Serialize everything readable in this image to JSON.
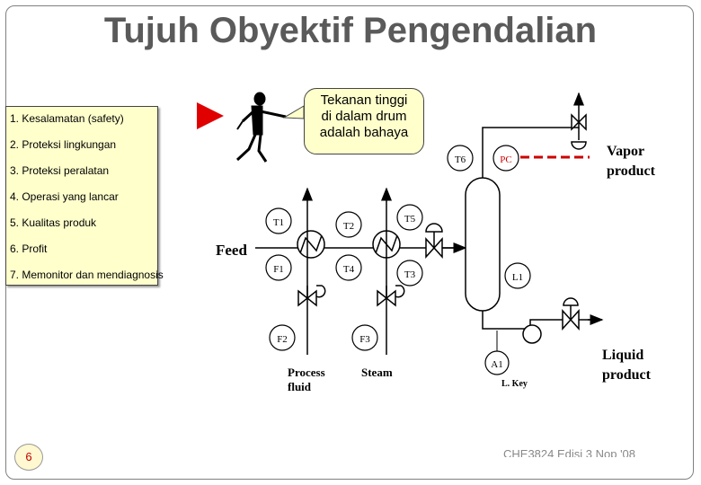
{
  "title": "Tujuh Obyektif Pengendalian",
  "objectives": [
    "1. Kesalamatan (safety)",
    "2. Proteksi lingkungan",
    "3. Proteksi peralatan",
    "4. Operasi yang lancar",
    "5. Kualitas produk",
    "6. Profit",
    "7. Memonitor dan mendiagnosis"
  ],
  "callout": {
    "line1": "Tekanan tinggi",
    "line2": "di dalam drum",
    "line3": "adalah bahaya"
  },
  "diagram": {
    "feed": "Feed",
    "vapor_line1": "Vapor",
    "vapor_line2": "product",
    "liquid_line1": "Liquid",
    "liquid_line2": "product",
    "process_line1": "Process",
    "process_line2": "fluid",
    "steam": "Steam",
    "lkey": "L. Key",
    "tags": {
      "T1": "T1",
      "T2": "T2",
      "T3": "T3",
      "T4": "T4",
      "T5": "T5",
      "T6": "T6",
      "F1": "F1",
      "F2": "F2",
      "F3": "F3",
      "PC": "PC",
      "L1": "L1",
      "A1": "A1"
    }
  },
  "footer": "CHE3824 Edisi 3 Nop '08",
  "page_number": "6",
  "colors": {
    "highlight": "#ffffcc",
    "arrow": "#e00000",
    "pc": "#cc0000",
    "title": "#5a5a5a"
  }
}
